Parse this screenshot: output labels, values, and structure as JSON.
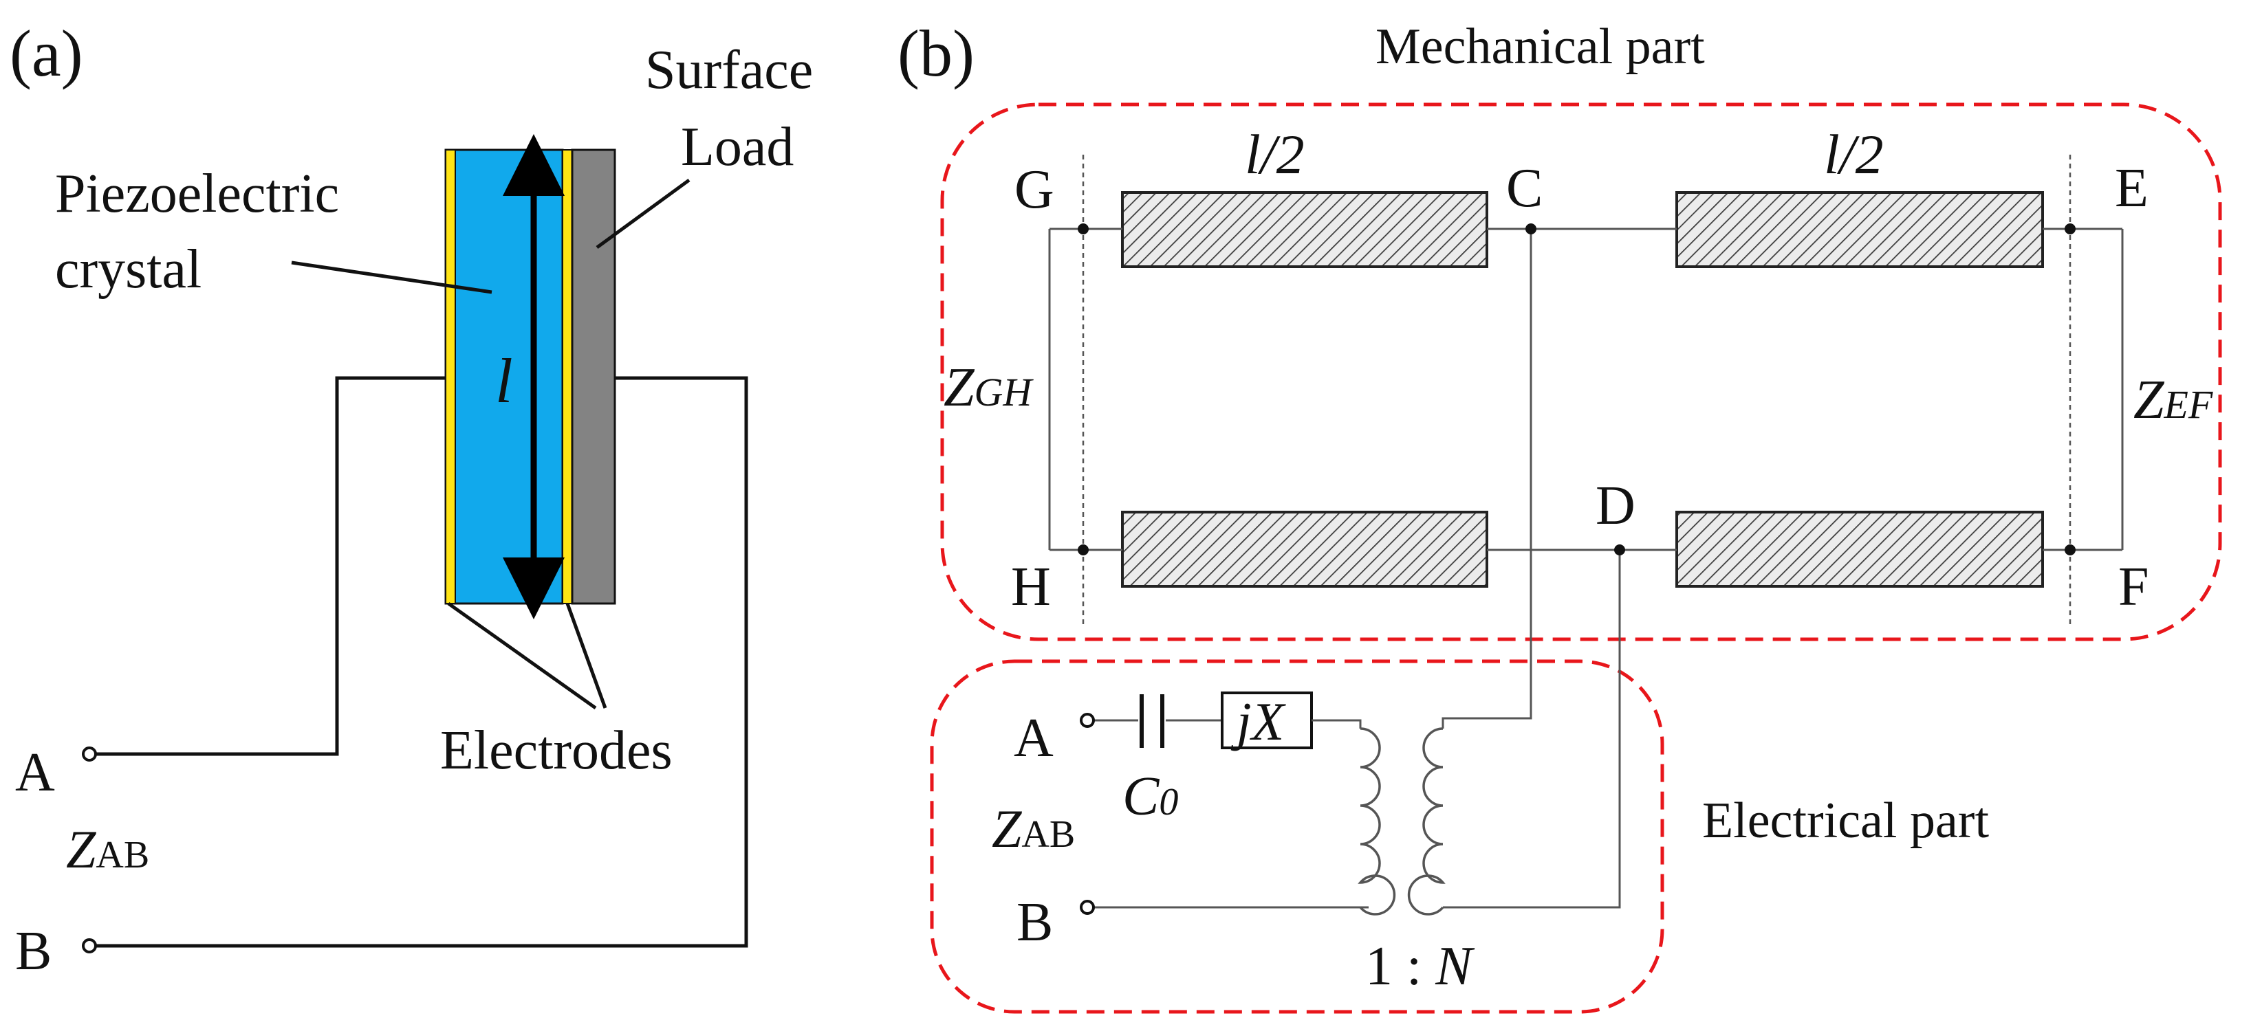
{
  "colors": {
    "crystal": "#11a9ec",
    "electrode": "#ffe415",
    "load": "#838383",
    "dashed_box": "#e8161b",
    "wire": "#111111"
  },
  "panel_a": {
    "label": "(a)",
    "surface_line1": "Surface",
    "surface_line2": "Load",
    "crystal_line1": "Piezoelectric",
    "crystal_line2": "crystal",
    "length": "l",
    "electrodes": "Electrodes",
    "terminal_a": "A",
    "terminal_b": "B",
    "z_main": "Z",
    "z_sub": "AB"
  },
  "panel_b": {
    "label": "(b)",
    "mechanical": "Mechanical part",
    "electrical": "Electrical part",
    "half_left": "l/2",
    "half_right": "l/2",
    "node_g": "G",
    "node_h": "H",
    "node_c": "C",
    "node_d": "D",
    "node_e": "E",
    "node_f": "F",
    "zgh_main": "Z",
    "zgh_sub": "GH",
    "zef_main": "Z",
    "zef_sub": "EF",
    "terminal_a": "A",
    "terminal_b": "B",
    "c0_main": "C",
    "c0_sub": "0",
    "jx": "jX",
    "zab_main": "Z",
    "zab_sub": "AB",
    "ratio_prefix": "1 : ",
    "ratio_n": "N"
  }
}
